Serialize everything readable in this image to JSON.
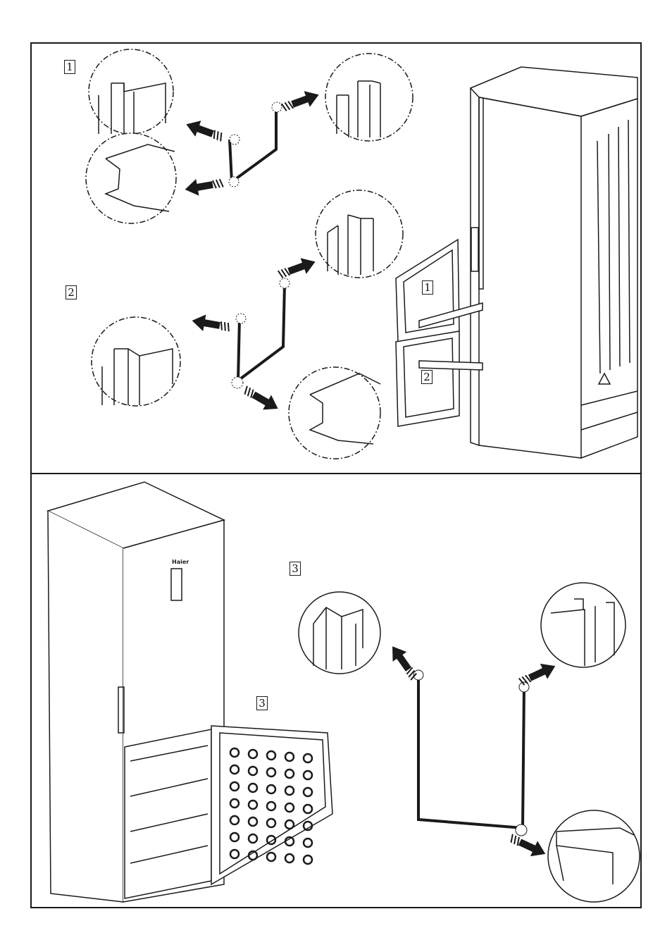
{
  "step_labels": {
    "top_step_1": "1",
    "top_step_2": "2",
    "door_label_1": "1",
    "door_label_2": "2",
    "bottom_step_3": "3",
    "bottom_door_label_3": "3"
  },
  "brand_text": "Haier",
  "colors": {
    "line": "#1a1a1a",
    "background": "#ffffff"
  },
  "icons": [
    "arrow-icon",
    "detail-circle-icon",
    "gasket-icon",
    "refrigerator-icon"
  ]
}
